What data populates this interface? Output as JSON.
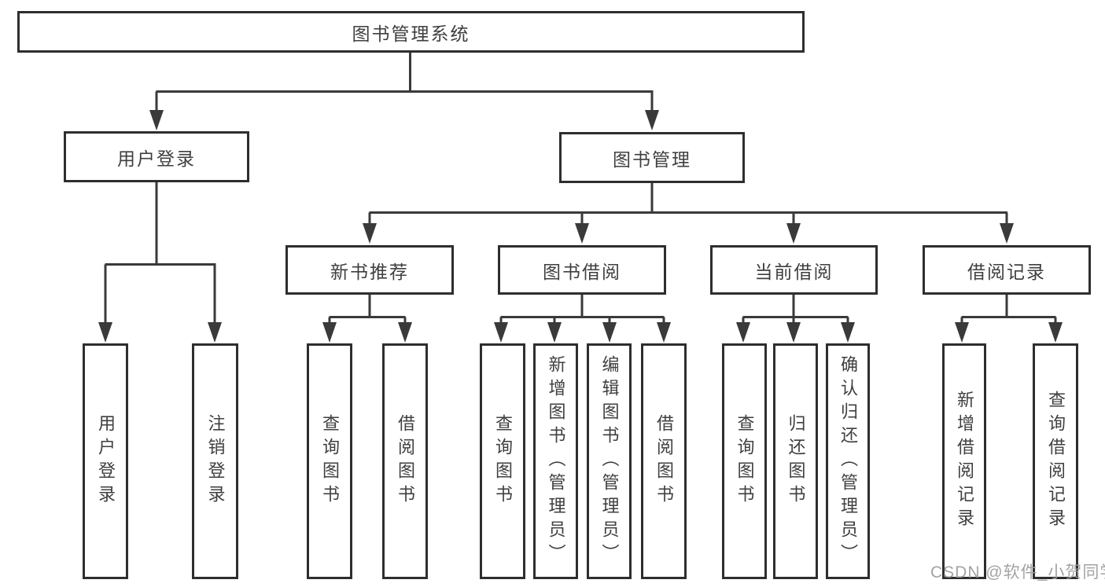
{
  "diagram": {
    "title": "图书管理系统",
    "root": {
      "label": "图书管理系统"
    },
    "level1": [
      {
        "id": "user-login",
        "label": "用户登录"
      },
      {
        "id": "book-management",
        "label": "图书管理"
      }
    ],
    "level2": [
      {
        "id": "new-book-recommend",
        "label": "新书推荐",
        "parent": "图书管理"
      },
      {
        "id": "book-borrowing",
        "label": "图书借阅",
        "parent": "图书管理"
      },
      {
        "id": "current-borrowing",
        "label": "当前借阅",
        "parent": "图书管理"
      },
      {
        "id": "borrowing-records",
        "label": "借阅记录",
        "parent": "图书管理"
      }
    ],
    "leaves": [
      {
        "id": "user-login-leaf",
        "label": "用户登录",
        "parent": "用户登录"
      },
      {
        "id": "logout",
        "label": "注销登录",
        "parent": "用户登录"
      },
      {
        "id": "query-books-recommend",
        "label": "查询图书",
        "parent": "新书推荐"
      },
      {
        "id": "borrow-books-recommend",
        "label": "借阅图书",
        "parent": "新书推荐"
      },
      {
        "id": "query-books-borrow",
        "label": "查询图书",
        "parent": "图书借阅"
      },
      {
        "id": "add-books-admin",
        "label": "新增图书（管理员）",
        "parent": "图书借阅"
      },
      {
        "id": "edit-books-admin",
        "label": "编辑图书（管理员）",
        "parent": "图书借阅"
      },
      {
        "id": "borrow-books-borrow",
        "label": "借阅图书",
        "parent": "图书借阅"
      },
      {
        "id": "query-books-current",
        "label": "查询图书",
        "parent": "当前借阅"
      },
      {
        "id": "return-books",
        "label": "归还图书",
        "parent": "当前借阅"
      },
      {
        "id": "confirm-return-admin",
        "label": "确认归还（管理员）",
        "parent": "当前借阅"
      },
      {
        "id": "add-borrow-record",
        "label": "新增借阅记录",
        "parent": "借阅记录"
      },
      {
        "id": "query-borrow-record",
        "label": "查询借阅记录",
        "parent": "借阅记录"
      }
    ]
  },
  "watermark": {
    "text": "CSDN @软件_小贺同学"
  },
  "colors": {
    "background": "#ffffff",
    "box_border": "#2e2e2e",
    "connector_line": "#3a3a3a",
    "text": "#3f3f3f",
    "watermark": "#9e9e9e"
  }
}
